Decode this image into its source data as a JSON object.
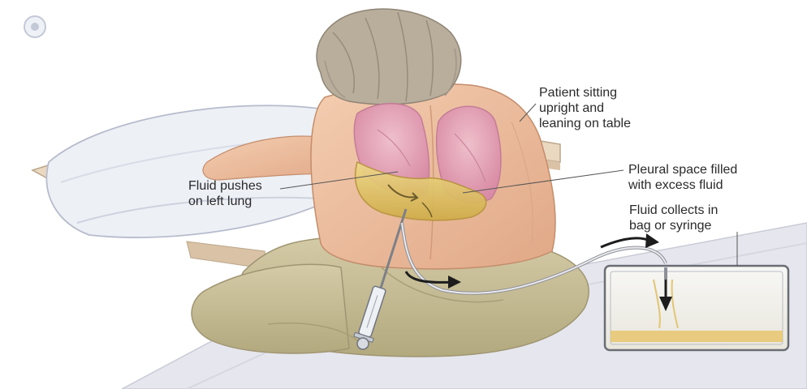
{
  "labels": {
    "patient": [
      "Patient sitting",
      "upright and",
      "leaning on table"
    ],
    "pleural": [
      "Pleural space filled",
      "with excess fluid"
    ],
    "lung": [
      "Fluid pushes",
      "on left lung"
    ],
    "collect": [
      "Fluid collects in",
      "bag or syringe"
    ]
  },
  "colors": {
    "skin": "#f0c7a6",
    "skin_shadow": "#d9a07e",
    "hair": "#b7aa98",
    "lung": "#e3a3b9",
    "fluid": "#e6c96a",
    "pants": "#c9bf98",
    "pillow": "#eceff4",
    "table": "#e9d7bf",
    "bed": "#e7e8ee",
    "ink": "#2a2a2a"
  },
  "icons": {
    "logo": "circle-logo-icon",
    "drain_arrow": "arrow-right-icon",
    "outlet_arrow": "arrow-right-icon",
    "bag_arrow": "arrow-down-icon"
  }
}
